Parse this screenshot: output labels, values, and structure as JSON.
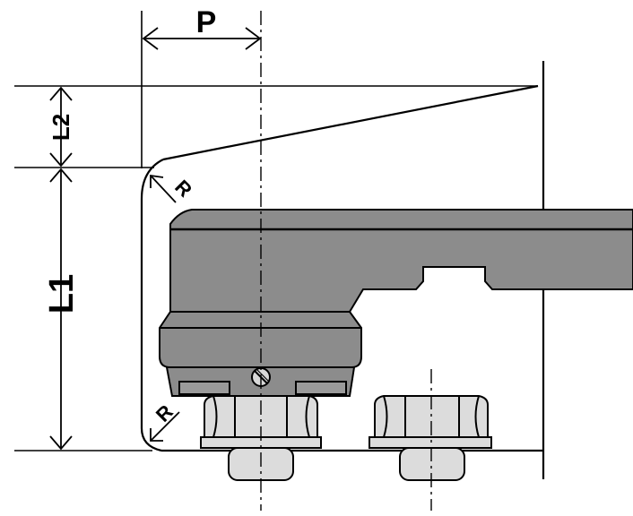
{
  "labels": {
    "p": "P",
    "l1": "L1",
    "l2": "L2",
    "r_top": "R",
    "r_bottom": "R"
  },
  "colors": {
    "line": "#000000",
    "body": "#8c8c8c",
    "body_dark": "#6e6e6e",
    "nut": "#dcdcdc",
    "background": "#ffffff"
  },
  "icons": {
    "set_screw": "slotted-screw-icon",
    "nut": "hex-nut-icon"
  }
}
